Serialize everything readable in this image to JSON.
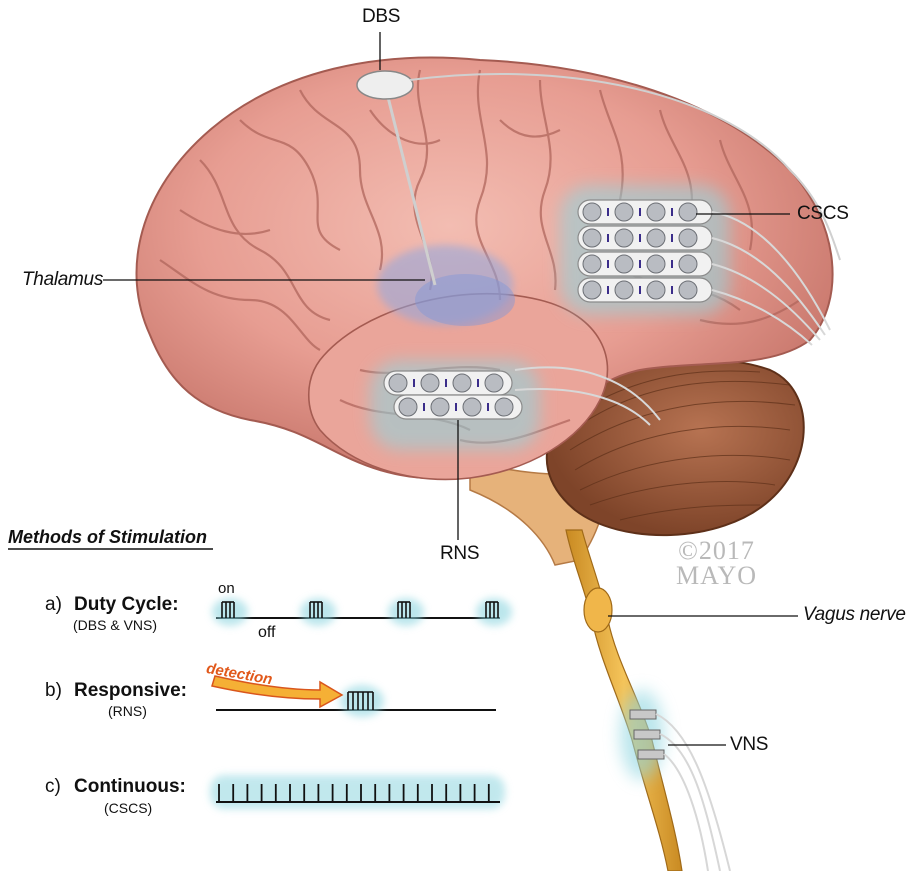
{
  "labels": {
    "dbs": "DBS",
    "cscs": "CSCS",
    "thalamus": "Thalamus",
    "rns": "RNS",
    "vagus_nerve": "Vagus nerve",
    "vns": "VNS"
  },
  "copyright": {
    "line1": "©2017",
    "line2": "MAYO"
  },
  "methods": {
    "heading": "Methods of Stimulation",
    "items": [
      {
        "letter": "a)",
        "name": "Duty Cycle:",
        "sub": "(DBS & VNS)"
      },
      {
        "letter": "b)",
        "name": "Responsive:",
        "sub": "(RNS)"
      },
      {
        "letter": "c)",
        "name": "Continuous:",
        "sub": "(CSCS)"
      }
    ],
    "duty_on": "on",
    "duty_off": "off",
    "detection": "detection"
  },
  "colors": {
    "brain": "#e9a49a",
    "brain_dark": "#c7736a",
    "cerebellum": "#9d5a3a",
    "nerve": "#e7a93a",
    "glow": "#8fd6e0",
    "arrow": "#f08a1c"
  }
}
